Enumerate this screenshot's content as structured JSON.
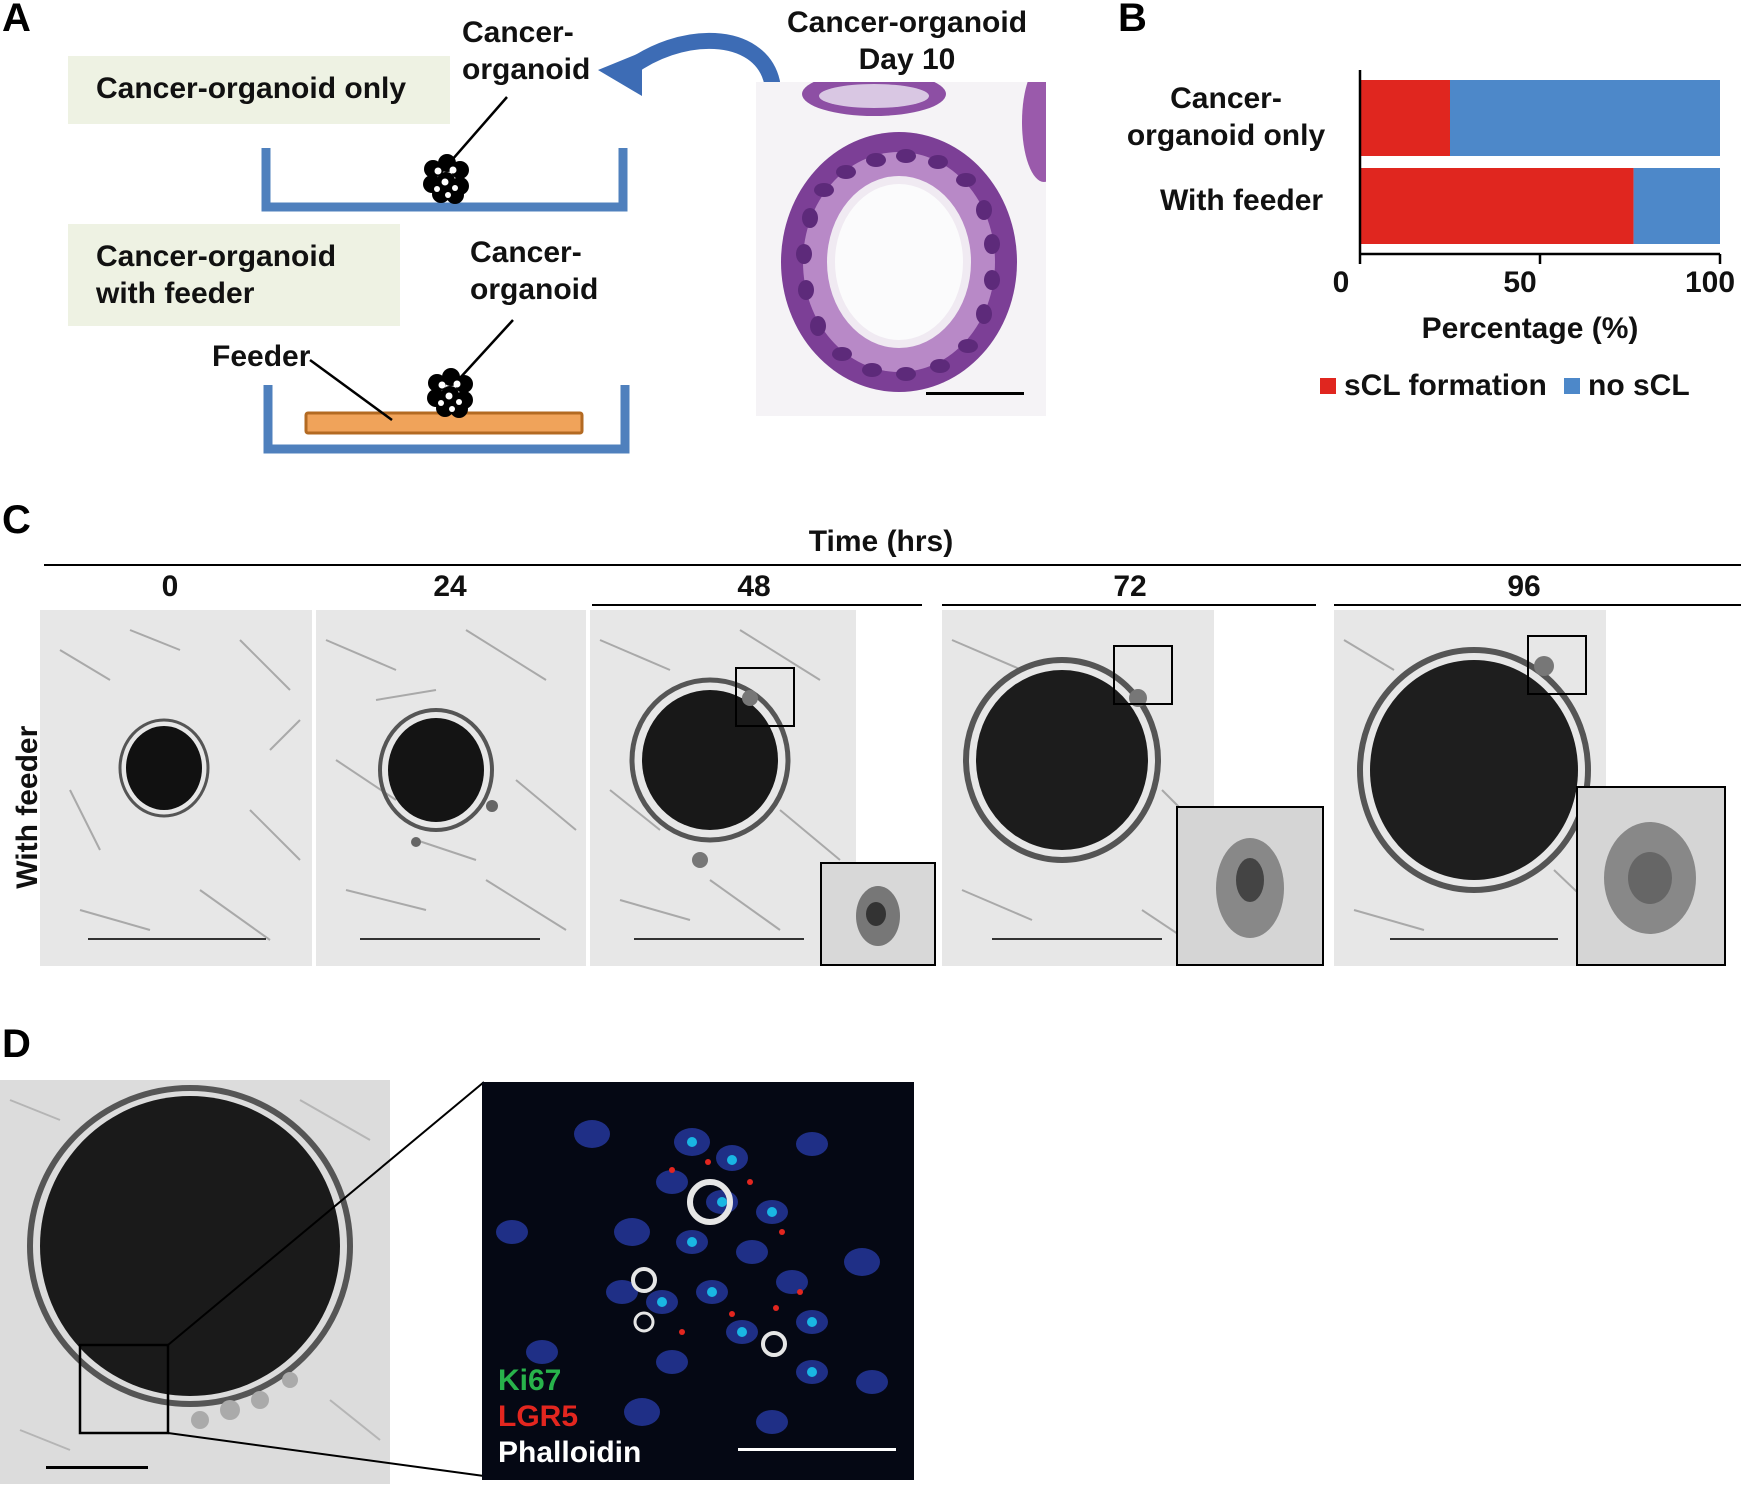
{
  "panels": {
    "a": "A",
    "b": "B",
    "c": "C",
    "d": "D"
  },
  "panel_a": {
    "box_only": "Cancer-organoid only",
    "box_feeder_line1": "Cancer-organoid",
    "box_feeder_line2": "with feeder",
    "organoid_top_line1": "Cancer-",
    "organoid_top_line2": "organoid",
    "organoid_bottom_line1": "Cancer-",
    "organoid_bottom_line2": "organoid",
    "feeder_label": "Feeder",
    "he_title_line1": "Cancer-organoid",
    "he_title_line2": "Day 10",
    "colors": {
      "dish": "#4f80bd",
      "feeder": "#f0a35a",
      "feeder_edge": "#b36a22",
      "box": "#eef2e3",
      "arrow": "#3d6cb5"
    }
  },
  "chart_data": {
    "type": "bar",
    "orientation": "horizontal",
    "stacked": true,
    "categories": [
      "Cancer-organoid only",
      "With feeder"
    ],
    "category_labels": [
      [
        "Cancer-",
        "organoid only"
      ],
      [
        "With feeder"
      ]
    ],
    "series": [
      {
        "name": "sCL formation",
        "values": [
          25,
          76
        ],
        "color": "#e0261f"
      },
      {
        "name": "no sCL",
        "values": [
          75,
          24
        ],
        "color": "#4d88c9"
      }
    ],
    "xlabel": "Percentage (%)",
    "xlim": [
      0,
      100
    ],
    "xticks": [
      "0",
      "50",
      "100"
    ],
    "legend_position": "bottom"
  },
  "panel_c": {
    "time_title": "Time (hrs)",
    "row_label": "With feeder",
    "timepoints": [
      "0",
      "24",
      "48",
      "72",
      "96"
    ]
  },
  "panel_d": {
    "markers": [
      {
        "name": "Ki67",
        "color": "#28b34b"
      },
      {
        "name": "LGR5",
        "color": "#e3261f"
      },
      {
        "name": "Phalloidin",
        "color": "#ffffff"
      }
    ]
  }
}
